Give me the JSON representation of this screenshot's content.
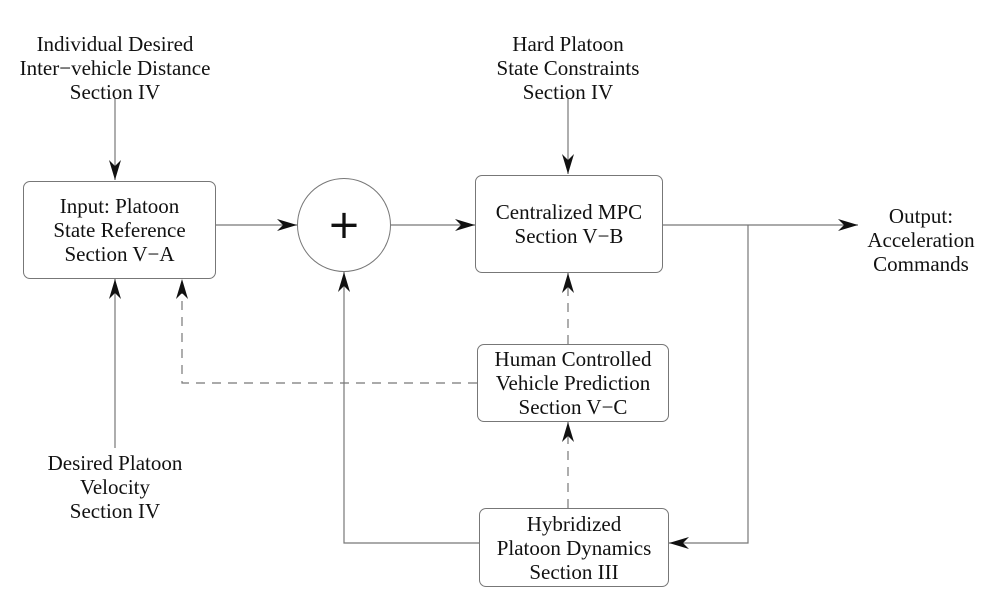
{
  "inputs": {
    "distance": [
      "Individual Desired",
      "Inter−vehicle Distance",
      "Section IV"
    ],
    "constraints": [
      "Hard Platoon",
      "State Constraints",
      "Section IV"
    ],
    "velocity": [
      "Desired Platoon",
      "Velocity",
      "Section IV"
    ]
  },
  "blocks": {
    "reference": [
      "Input: Platoon",
      "State Reference",
      "Section V−A"
    ],
    "mpc": [
      "Centralized MPC",
      "Section V−B"
    ],
    "prediction": [
      "Human Controlled",
      "Vehicle Prediction",
      "Section V−C"
    ],
    "dynamics": [
      "Hybridized",
      "Platoon Dynamics",
      "Section III"
    ]
  },
  "summing_junction": {
    "symbol": "+"
  },
  "output": [
    "Output:",
    "Acceleration",
    "Commands"
  ],
  "edges": [
    {
      "from": "inputs.distance",
      "to": "blocks.reference",
      "style": "solid"
    },
    {
      "from": "inputs.velocity",
      "to": "blocks.reference",
      "style": "solid"
    },
    {
      "from": "blocks.reference",
      "to": "summing_junction",
      "style": "solid"
    },
    {
      "from": "summing_junction",
      "to": "blocks.mpc",
      "style": "solid"
    },
    {
      "from": "inputs.constraints",
      "to": "blocks.mpc",
      "style": "solid"
    },
    {
      "from": "blocks.mpc",
      "to": "output",
      "style": "solid"
    },
    {
      "from": "blocks.mpc",
      "to": "blocks.dynamics",
      "style": "solid"
    },
    {
      "from": "blocks.dynamics",
      "to": "summing_junction",
      "style": "solid"
    },
    {
      "from": "blocks.dynamics",
      "to": "blocks.prediction",
      "style": "dashed"
    },
    {
      "from": "blocks.prediction",
      "to": "blocks.mpc",
      "style": "dashed"
    },
    {
      "from": "blocks.prediction",
      "to": "blocks.reference",
      "style": "dashed"
    }
  ]
}
